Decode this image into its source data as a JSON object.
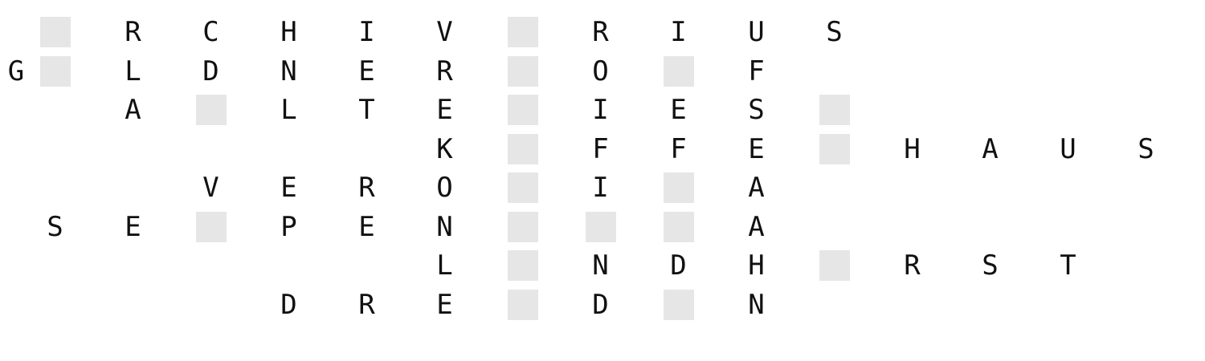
{
  "puzzle": {
    "block_color": "#e6e6e6",
    "text_color": "#111111",
    "rows": [
      [
        " ",
        "#",
        " ",
        "R",
        " ",
        "C",
        " ",
        "H",
        " ",
        "I",
        " ",
        "V",
        " ",
        "#",
        " ",
        "R",
        " ",
        "I",
        " ",
        "U",
        " ",
        "S",
        " ",
        " ",
        " ",
        " ",
        " ",
        " ",
        " ",
        " ",
        " "
      ],
      [
        "G",
        "#",
        " ",
        "L",
        " ",
        "D",
        " ",
        "N",
        " ",
        "E",
        " ",
        "R",
        " ",
        "#",
        " ",
        "O",
        " ",
        "#",
        " ",
        "F",
        " ",
        " ",
        " ",
        " ",
        " ",
        " ",
        " ",
        " ",
        " ",
        " ",
        " "
      ],
      [
        " ",
        " ",
        " ",
        "A",
        " ",
        "#",
        " ",
        "L",
        " ",
        "T",
        " ",
        "E",
        " ",
        "#",
        " ",
        "I",
        " ",
        "E",
        " ",
        "S",
        " ",
        "#",
        " ",
        " ",
        " ",
        " ",
        " ",
        " ",
        " ",
        " ",
        " "
      ],
      [
        " ",
        " ",
        " ",
        " ",
        " ",
        " ",
        " ",
        " ",
        " ",
        " ",
        " ",
        "K",
        " ",
        "#",
        " ",
        "F",
        " ",
        "F",
        " ",
        "E",
        " ",
        "#",
        " ",
        "H",
        " ",
        "A",
        " ",
        "U",
        " ",
        "S",
        " "
      ],
      [
        " ",
        " ",
        " ",
        " ",
        " ",
        "V",
        " ",
        "E",
        " ",
        "R",
        " ",
        "O",
        " ",
        "#",
        " ",
        "I",
        " ",
        "#",
        " ",
        "A",
        " ",
        " ",
        " ",
        " ",
        " ",
        " ",
        " ",
        " ",
        " ",
        " ",
        " "
      ],
      [
        " ",
        "S",
        " ",
        "E",
        " ",
        "#",
        " ",
        "P",
        " ",
        "E",
        " ",
        "N",
        " ",
        "#",
        " ",
        "#",
        " ",
        "#",
        " ",
        "A",
        " ",
        " ",
        " ",
        " ",
        " ",
        " ",
        " ",
        " ",
        " ",
        " ",
        " "
      ],
      [
        " ",
        " ",
        " ",
        " ",
        " ",
        " ",
        " ",
        " ",
        " ",
        " ",
        " ",
        "L",
        " ",
        "#",
        " ",
        "N",
        " ",
        "D",
        " ",
        "H",
        " ",
        "#",
        " ",
        "R",
        " ",
        "S",
        " ",
        "T",
        " ",
        " ",
        " "
      ],
      [
        " ",
        " ",
        " ",
        " ",
        " ",
        " ",
        " ",
        "D",
        " ",
        "R",
        " ",
        "E",
        " ",
        "#",
        " ",
        "D",
        " ",
        "#",
        " ",
        "N",
        " ",
        " ",
        " ",
        " ",
        " ",
        " ",
        " ",
        " ",
        " ",
        " ",
        " "
      ]
    ]
  }
}
